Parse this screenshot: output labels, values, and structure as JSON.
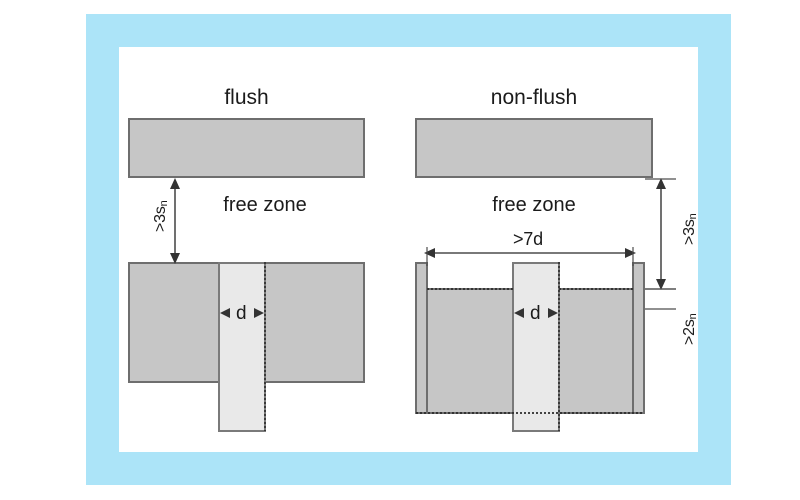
{
  "figure": {
    "background_color": "#ffffff",
    "frame_color": "#ace4f8",
    "panel_color": "#ffffff",
    "block_fill": "#c6c6c6",
    "block_stroke": "#6e6e6e",
    "sensor_fill": "#e9e9e9",
    "sensor_stroke": "#7a7a7a",
    "line_color": "#4d4d4d",
    "text_color": "#1b1b1b"
  },
  "left": {
    "title": "flush",
    "free_zone_label": "free zone",
    "clearance_label": ">3s",
    "clearance_sub": "n",
    "diameter_label": "d"
  },
  "right": {
    "title": "non-flush",
    "free_zone_label": "free zone",
    "clearance_label": ">3s",
    "clearance_sub": "n",
    "pocket_width_label": ">7d",
    "pocket_depth_label": ">2s",
    "pocket_depth_sub": "n",
    "diameter_label": "d"
  }
}
